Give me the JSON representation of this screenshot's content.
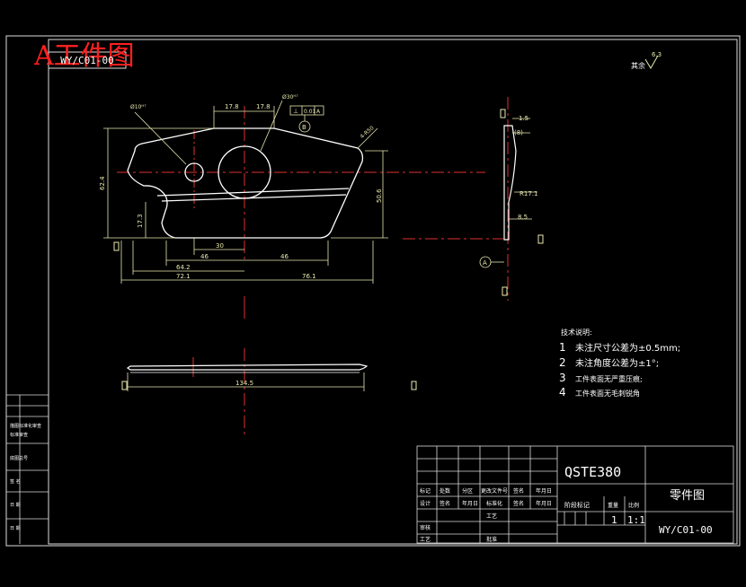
{
  "stamp": {
    "title": "A工件图",
    "code": "WY/C01-00"
  },
  "roughness": {
    "label": "其余",
    "value": "6.3"
  },
  "front_view": {
    "dims": {
      "top_left": "17.8",
      "top_right": "17.8",
      "hole_small": "Ø10ᴴ⁷",
      "hole_large": "Ø30ᴴ⁷",
      "tolerance_symbol": "⊥",
      "tolerance_value": "0.01",
      "tolerance_datum": "A",
      "datum_b": "B",
      "chamfer": "4-R50",
      "height_left": "62.4",
      "height_notch": "17.3",
      "height_right": "50.6",
      "w30": "30",
      "w46a": "46",
      "w46b": "46",
      "w64": "64.2",
      "w72": "72.1",
      "w76": "76.1"
    }
  },
  "side_view": {
    "dims": {
      "t15": "1.5",
      "t8": "(8)",
      "r17": "R17.1",
      "r8": "8.5"
    },
    "datum": "A"
  },
  "bottom_view": {
    "length": "134.5"
  },
  "notes": {
    "title": "技术说明:",
    "items": [
      {
        "n": "1",
        "text": "未注尺寸公差为±0.5mm;"
      },
      {
        "n": "2",
        "text": "未注角度公差为±1°;"
      },
      {
        "n": "3",
        "text": "工件表面无严重压痕;"
      },
      {
        "n": "4",
        "text": "工件表面无毛刺锐角"
      }
    ]
  },
  "left_strip": {
    "labels": [
      "描图标准化审查",
      "标准审查",
      "底图总号",
      "签 名",
      "日 期",
      "日 期"
    ]
  },
  "title_block": {
    "material": "QSTE380",
    "part_name": "零件图",
    "drawing_no": "WY/C01-00",
    "row_a": [
      "标记",
      "处数",
      "分区",
      "更改文件号",
      "签名",
      "年月日"
    ],
    "row_b": [
      "设计",
      "签名",
      "年月日",
      "标准化",
      "签名",
      "年月日"
    ],
    "row_c": [
      "审核",
      "",
      "",
      "",
      "工艺",
      "",
      "批准"
    ],
    "stage_label": "阶段标记",
    "weight_label": "重量",
    "scale_label": "比例",
    "qty": "1",
    "scale": "1:1"
  }
}
